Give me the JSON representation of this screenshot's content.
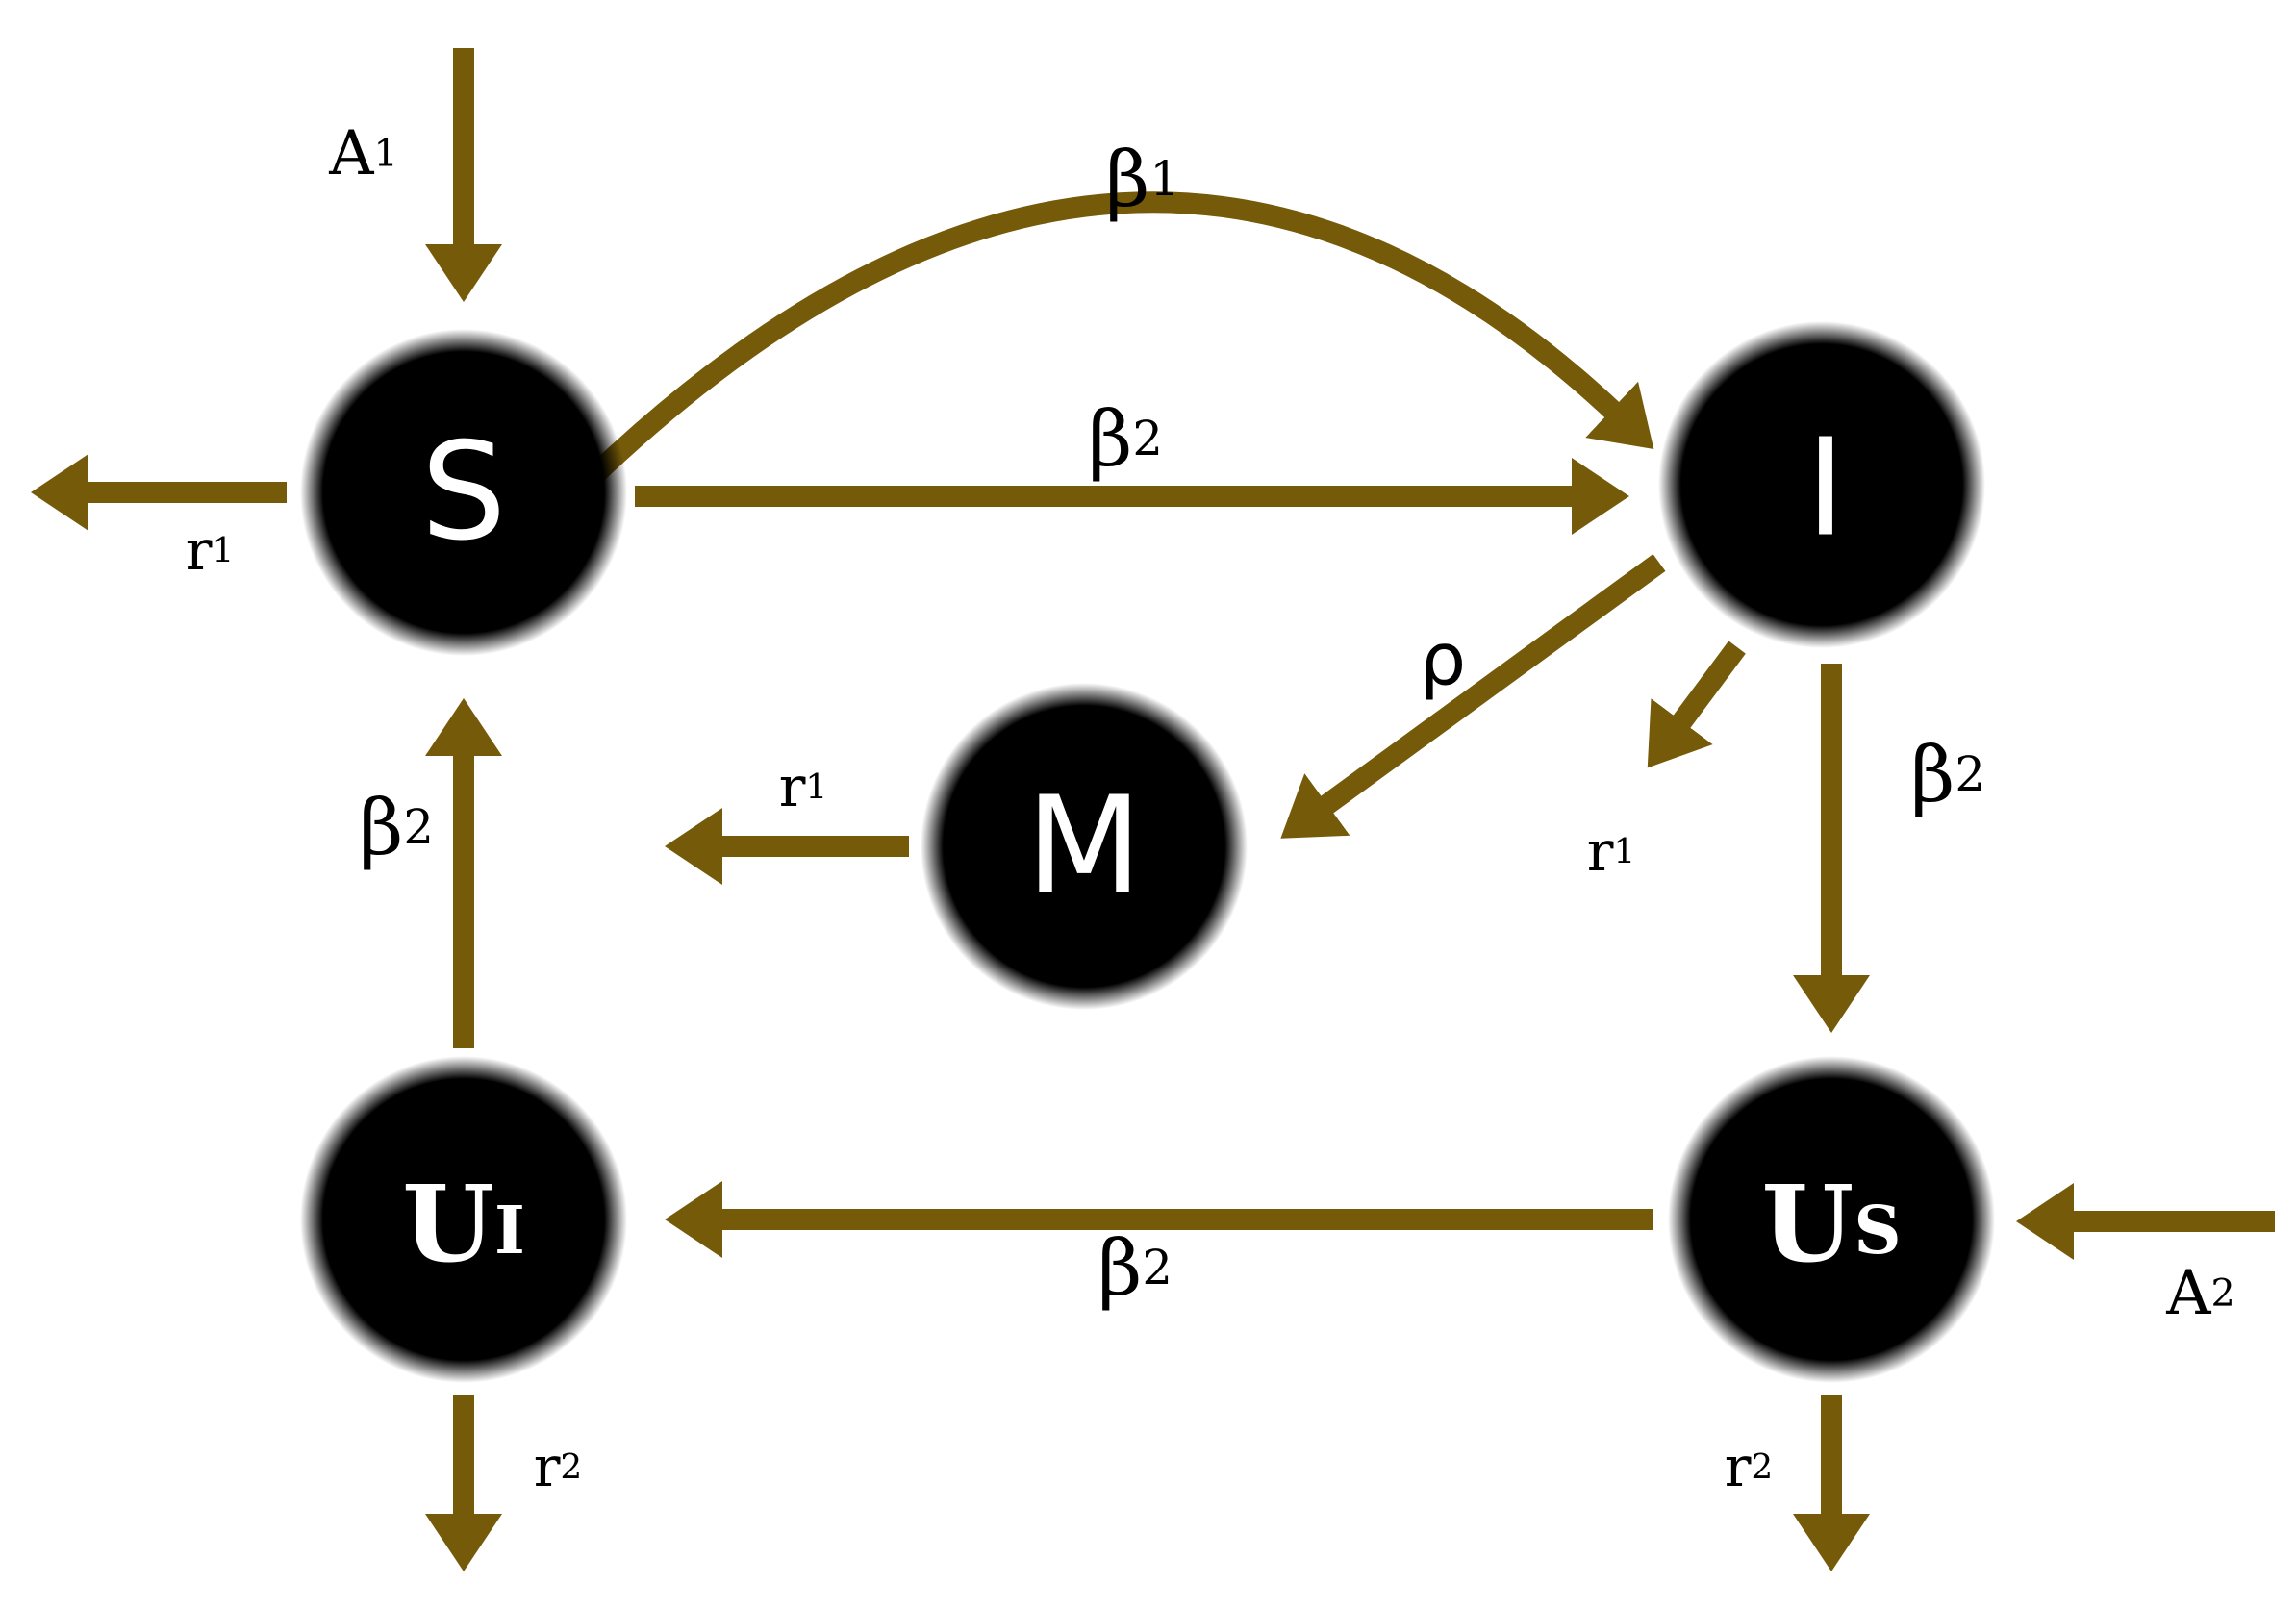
{
  "colors": {
    "arrow": "#755a09",
    "node_fill": "#000000",
    "node_text": "#ffffff",
    "label_text": "#000000",
    "background": "#ffffff"
  },
  "nodes": {
    "S": {
      "main": "S"
    },
    "I": {
      "main": "I"
    },
    "M": {
      "main": "M"
    },
    "UI": {
      "main": "U",
      "sub": "I"
    },
    "US": {
      "main": "U",
      "sub": "S"
    }
  },
  "edges": {
    "A1": {
      "main": "A",
      "sub": "1"
    },
    "S_out_r1": {
      "main": "r",
      "sub": "1"
    },
    "S_I_curve_beta1": {
      "main": "β",
      "sub": "1"
    },
    "S_I_straight_beta2": {
      "main": "β",
      "sub": "2"
    },
    "I_M_rho": {
      "main": "ρ"
    },
    "I_out_r1": {
      "main": "r",
      "sub": "1"
    },
    "I_US_beta2": {
      "main": "β",
      "sub": "2"
    },
    "M_out_r1": {
      "main": "r",
      "sub": "1"
    },
    "UI_S_beta2": {
      "main": "β",
      "sub": "2"
    },
    "US_UI_beta2": {
      "main": "β",
      "sub": "2"
    },
    "A2": {
      "main": "A",
      "sub": "2"
    },
    "UI_out_r2": {
      "main": "r",
      "sub": "2"
    },
    "US_out_r2": {
      "main": "r",
      "sub": "2"
    }
  }
}
